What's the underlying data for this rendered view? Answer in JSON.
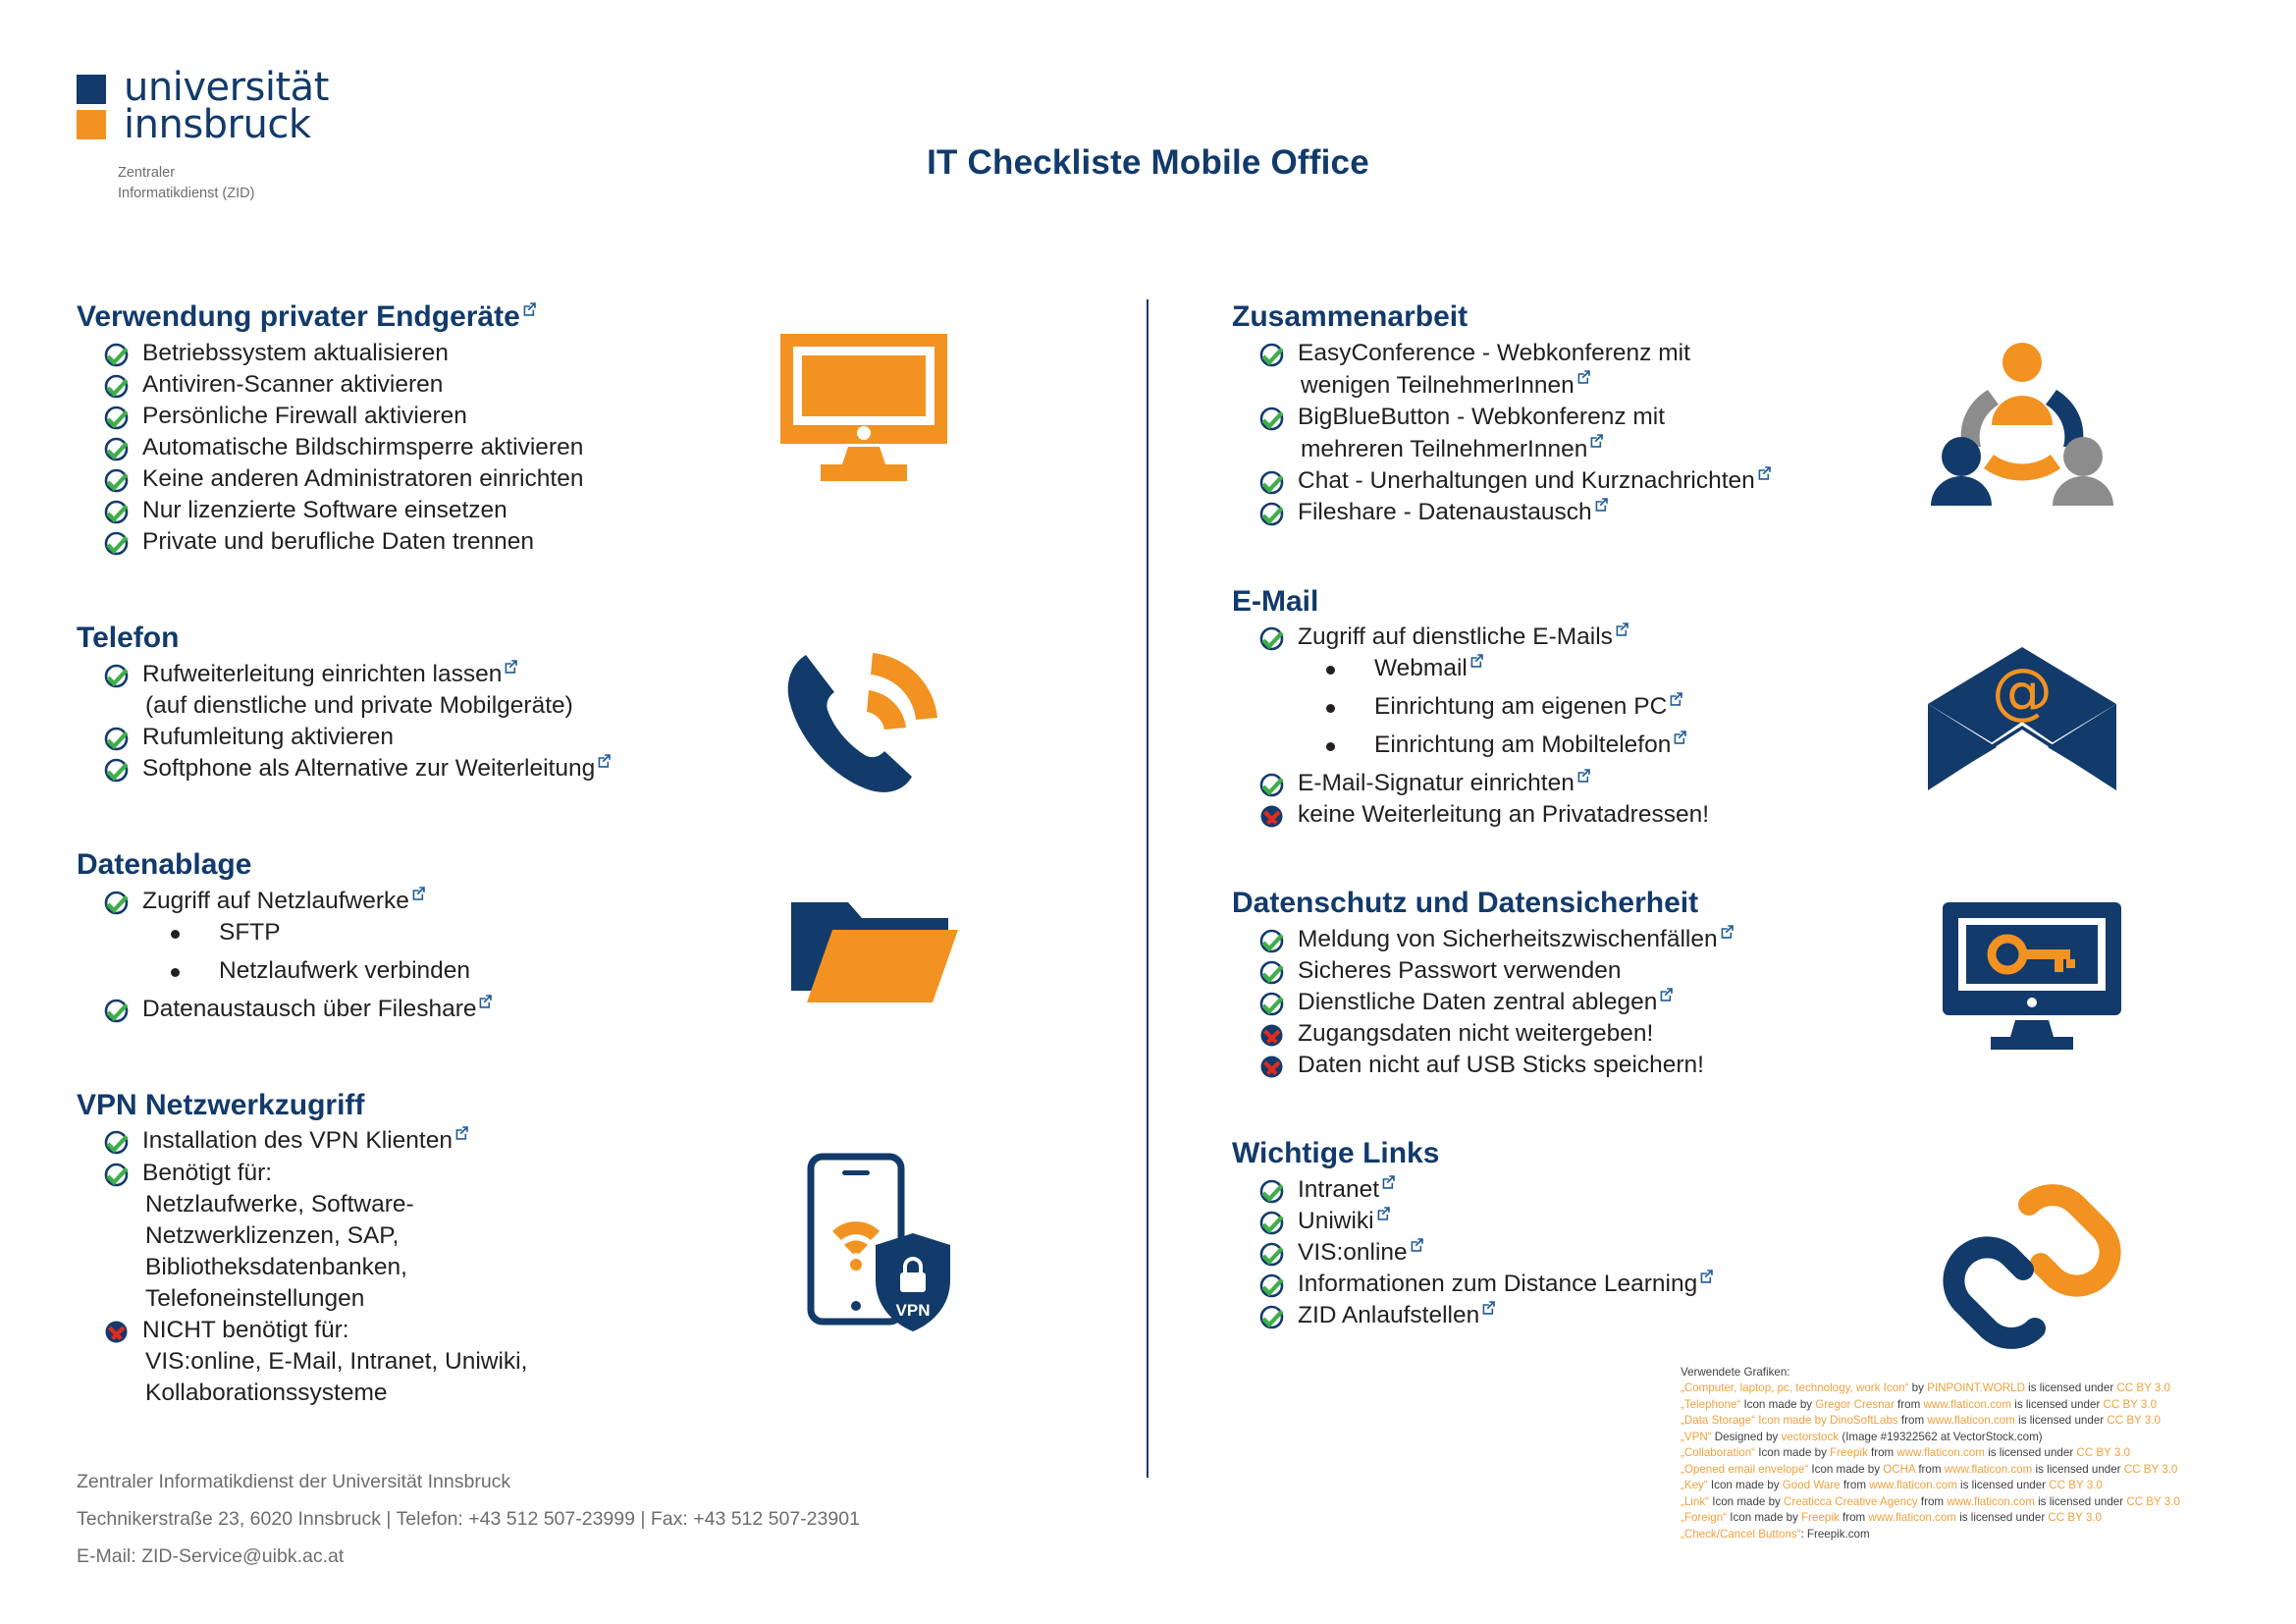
{
  "brand": {
    "logo_line1": "universität",
    "logo_line2": "innsbruck",
    "sub_line1": "Zentraler",
    "sub_line2": "Informatikdienst (ZID)",
    "color_blue": "#123A6B",
    "color_orange": "#F29221"
  },
  "header": {
    "title": "IT Checkliste Mobile Office"
  },
  "left_column": [
    {
      "heading": "Verwendung privater Endgeräte",
      "heading_ext": true,
      "icon": "monitor-icon",
      "items": [
        {
          "mark": "check",
          "text": "Betriebssystem aktualisieren",
          "ext": false
        },
        {
          "mark": "check",
          "text": "Antiviren-Scanner aktivieren",
          "ext": false
        },
        {
          "mark": "check",
          "text": "Persönliche Firewall aktivieren",
          "ext": false
        },
        {
          "mark": "check",
          "text": "Automatische Bildschirmsperre aktivieren",
          "ext": false
        },
        {
          "mark": "check",
          "text": "Keine anderen Administratoren einrichten",
          "ext": false
        },
        {
          "mark": "check",
          "text": "Nur lizenzierte Software einsetzen",
          "ext": false
        },
        {
          "mark": "check",
          "text": "Private und berufliche Daten trennen",
          "ext": false
        }
      ]
    },
    {
      "heading": "Telefon",
      "heading_ext": false,
      "icon": "telephone-icon",
      "items": [
        {
          "mark": "check",
          "text": "Rufweiterleitung einrichten lassen",
          "ext": true,
          "continuation": [
            "(auf dienstliche und private Mobilgeräte)"
          ]
        },
        {
          "mark": "check",
          "text": "Rufumleitung aktivieren",
          "ext": false
        },
        {
          "mark": "check",
          "text": "Softphone als Alternative zur Weiterleitung",
          "ext": true
        }
      ]
    },
    {
      "heading": "Datenablage",
      "heading_ext": false,
      "icon": "folder-icon",
      "items": [
        {
          "mark": "check",
          "text": "Zugriff auf Netzlaufwerke",
          "ext": true,
          "sub": [
            {
              "text": "SFTP",
              "ext": false
            },
            {
              "text": "Netzlaufwerk verbinden",
              "ext": false
            }
          ]
        },
        {
          "mark": "check",
          "text": "Datenaustausch über Fileshare",
          "ext": true
        }
      ]
    },
    {
      "heading": "VPN Netzwerkzugriff",
      "heading_ext": false,
      "icon": "vpn-phone-icon",
      "items": [
        {
          "mark": "check",
          "text": "Installation des VPN Klienten",
          "ext": true
        },
        {
          "mark": "check",
          "text": "Benötigt für:",
          "ext": false,
          "continuation": [
            "Netzlaufwerke, Software-",
            "Netzwerklizenzen, SAP,",
            "Bibliotheksdatenbanken,",
            "Telefoneinstellungen"
          ]
        },
        {
          "mark": "cross",
          "text": "NICHT benötigt für:",
          "ext": false,
          "continuation": [
            "VIS:online, E-Mail, Intranet, Uniwiki,",
            "Kollaborationssysteme"
          ]
        }
      ]
    }
  ],
  "right_column": [
    {
      "heading": "Zusammenarbeit",
      "heading_ext": false,
      "icon": "collaboration-icon",
      "items": [
        {
          "mark": "check",
          "text": "EasyConference - Webkonferenz mit",
          "ext": false,
          "continuation": [
            "wenigen TeilnehmerInnen"
          ],
          "cont_ext": true
        },
        {
          "mark": "check",
          "text": "BigBlueButton - Webkonferenz mit",
          "ext": false,
          "continuation": [
            "mehreren TeilnehmerInnen"
          ],
          "cont_ext": true
        },
        {
          "mark": "check",
          "text": "Chat - Unerhaltungen und Kurznachrichten",
          "ext": true
        },
        {
          "mark": "check",
          "text": "Fileshare - Datenaustausch",
          "ext": true
        }
      ]
    },
    {
      "heading": "E-Mail",
      "heading_ext": false,
      "icon": "envelope-at-icon",
      "items": [
        {
          "mark": "check",
          "text": "Zugriff auf dienstliche E-Mails",
          "ext": true,
          "sub": [
            {
              "text": "Webmail",
              "ext": true
            },
            {
              "text": "Einrichtung am eigenen PC",
              "ext": true
            },
            {
              "text": "Einrichtung am Mobiltelefon",
              "ext": true
            }
          ]
        },
        {
          "mark": "check",
          "text": "E-Mail-Signatur einrichten",
          "ext": true
        },
        {
          "mark": "cross",
          "text": "keine Weiterleitung an Privatadressen!",
          "ext": false
        }
      ]
    },
    {
      "heading": "Datenschutz und Datensicherheit",
      "heading_ext": false,
      "icon": "monitor-key-icon",
      "items": [
        {
          "mark": "check",
          "text": "Meldung von Sicherheitszwischenfällen",
          "ext": true
        },
        {
          "mark": "check",
          "text": "Sicheres Passwort verwenden",
          "ext": false
        },
        {
          "mark": "check",
          "text": "Dienstliche Daten zentral ablegen",
          "ext": true
        },
        {
          "mark": "cross",
          "text": "Zugangsdaten nicht weitergeben!",
          "ext": false
        },
        {
          "mark": "cross",
          "text": "Daten nicht auf USB Sticks speichern!",
          "ext": false
        }
      ]
    },
    {
      "heading": "Wichtige Links",
      "heading_ext": false,
      "icon": "chain-link-icon",
      "items": [
        {
          "mark": "check",
          "text": "Intranet",
          "ext": true
        },
        {
          "mark": "check",
          "text": "Uniwiki",
          "ext": true
        },
        {
          "mark": "check",
          "text": "VIS:online",
          "ext": true
        },
        {
          "mark": "check",
          "text": "Informationen zum Distance Learning",
          "ext": true
        },
        {
          "mark": "check",
          "text": "ZID Anlaufstellen",
          "ext": true
        }
      ]
    }
  ],
  "footer": {
    "line1": "Zentraler Informatikdienst der Universität Innsbruck",
    "line2": "Technikerstraße 23, 6020 Innsbruck | Telefon: +43 512 507-23999 | Fax: +43 512 507-23901",
    "line3": "E-Mail: ZID-Service@uibk.ac.at"
  },
  "credits": {
    "title": "Verwendete Grafiken:",
    "lines": [
      [
        {
          "t": "„Computer, laptop, pc, technology, work Icon“",
          "c": "hl"
        },
        {
          "t": " by ",
          "c": "hd"
        },
        {
          "t": "PINPOINT.WORLD",
          "c": "hl"
        },
        {
          "t": " is licensed under ",
          "c": "hd"
        },
        {
          "t": "CC BY 3.0",
          "c": "hl"
        }
      ],
      [
        {
          "t": "„Telephone“",
          "c": "hl"
        },
        {
          "t": " Icon made by ",
          "c": "hd"
        },
        {
          "t": "Gregor Cresnar",
          "c": "hl"
        },
        {
          "t": " from ",
          "c": "hd"
        },
        {
          "t": "www.flaticon.com",
          "c": "hl"
        },
        {
          "t": " is licensed under ",
          "c": "hd"
        },
        {
          "t": "CC BY 3.0",
          "c": "hl"
        }
      ],
      [
        {
          "t": "„Data Storage“ Icon made by DinoSoftLabs",
          "c": "hl"
        },
        {
          "t": " from ",
          "c": "hd"
        },
        {
          "t": "www.flaticon.com",
          "c": "hl"
        },
        {
          "t": " is licensed under ",
          "c": "hd"
        },
        {
          "t": "CC BY 3.0",
          "c": "hl"
        }
      ],
      [
        {
          "t": "„VPN“",
          "c": "hl"
        },
        {
          "t": " Designed by ",
          "c": "hd"
        },
        {
          "t": "vectorstock",
          "c": "hl"
        },
        {
          "t": " (Image #19322562 at VectorStock.com)",
          "c": "hd"
        }
      ],
      [
        {
          "t": "„Collaboration“",
          "c": "hl"
        },
        {
          "t": " Icon made by ",
          "c": "hd"
        },
        {
          "t": "Freepik",
          "c": "hl"
        },
        {
          "t": " from ",
          "c": "hd"
        },
        {
          "t": "www.flaticon.com",
          "c": "hl"
        },
        {
          "t": " is licensed under ",
          "c": "hd"
        },
        {
          "t": "CC BY 3.0",
          "c": "hl"
        }
      ],
      [
        {
          "t": "„Opened email envelope“",
          "c": "hl"
        },
        {
          "t": " Icon made by ",
          "c": "hd"
        },
        {
          "t": "OCHA",
          "c": "hl"
        },
        {
          "t": " from ",
          "c": "hd"
        },
        {
          "t": "www.flaticon.com",
          "c": "hl"
        },
        {
          "t": " is licensed under ",
          "c": "hd"
        },
        {
          "t": "CC BY 3.0",
          "c": "hl"
        }
      ],
      [
        {
          "t": "„Key“",
          "c": "hl"
        },
        {
          "t": " Icon made by ",
          "c": "hd"
        },
        {
          "t": "Good Ware",
          "c": "hl"
        },
        {
          "t": " from ",
          "c": "hd"
        },
        {
          "t": "www.flaticon.com",
          "c": "hl"
        },
        {
          "t": " is licensed under ",
          "c": "hd"
        },
        {
          "t": "CC BY 3.0",
          "c": "hl"
        }
      ],
      [
        {
          "t": "„Link“",
          "c": "hl"
        },
        {
          "t": " Icon made by ",
          "c": "hd"
        },
        {
          "t": "Creaticca Creative Agency",
          "c": "hl"
        },
        {
          "t": " from ",
          "c": "hd"
        },
        {
          "t": "www.flaticon.com",
          "c": "hl"
        },
        {
          "t": " is licensed under ",
          "c": "hd"
        },
        {
          "t": "CC BY 3.0",
          "c": "hl"
        }
      ],
      [
        {
          "t": "„Foreign“",
          "c": "hl"
        },
        {
          "t": " Icon made by ",
          "c": "hd"
        },
        {
          "t": "Freepik",
          "c": "hl"
        },
        {
          "t": " from ",
          "c": "hd"
        },
        {
          "t": "www.flaticon.com",
          "c": "hl"
        },
        {
          "t": " is licensed under ",
          "c": "hd"
        },
        {
          "t": "CC BY 3.0",
          "c": "hl"
        }
      ],
      [
        {
          "t": "„Check/Cancel Buttons“",
          "c": "hl"
        },
        {
          "t": ": Freepik.com",
          "c": "hd"
        }
      ]
    ]
  }
}
